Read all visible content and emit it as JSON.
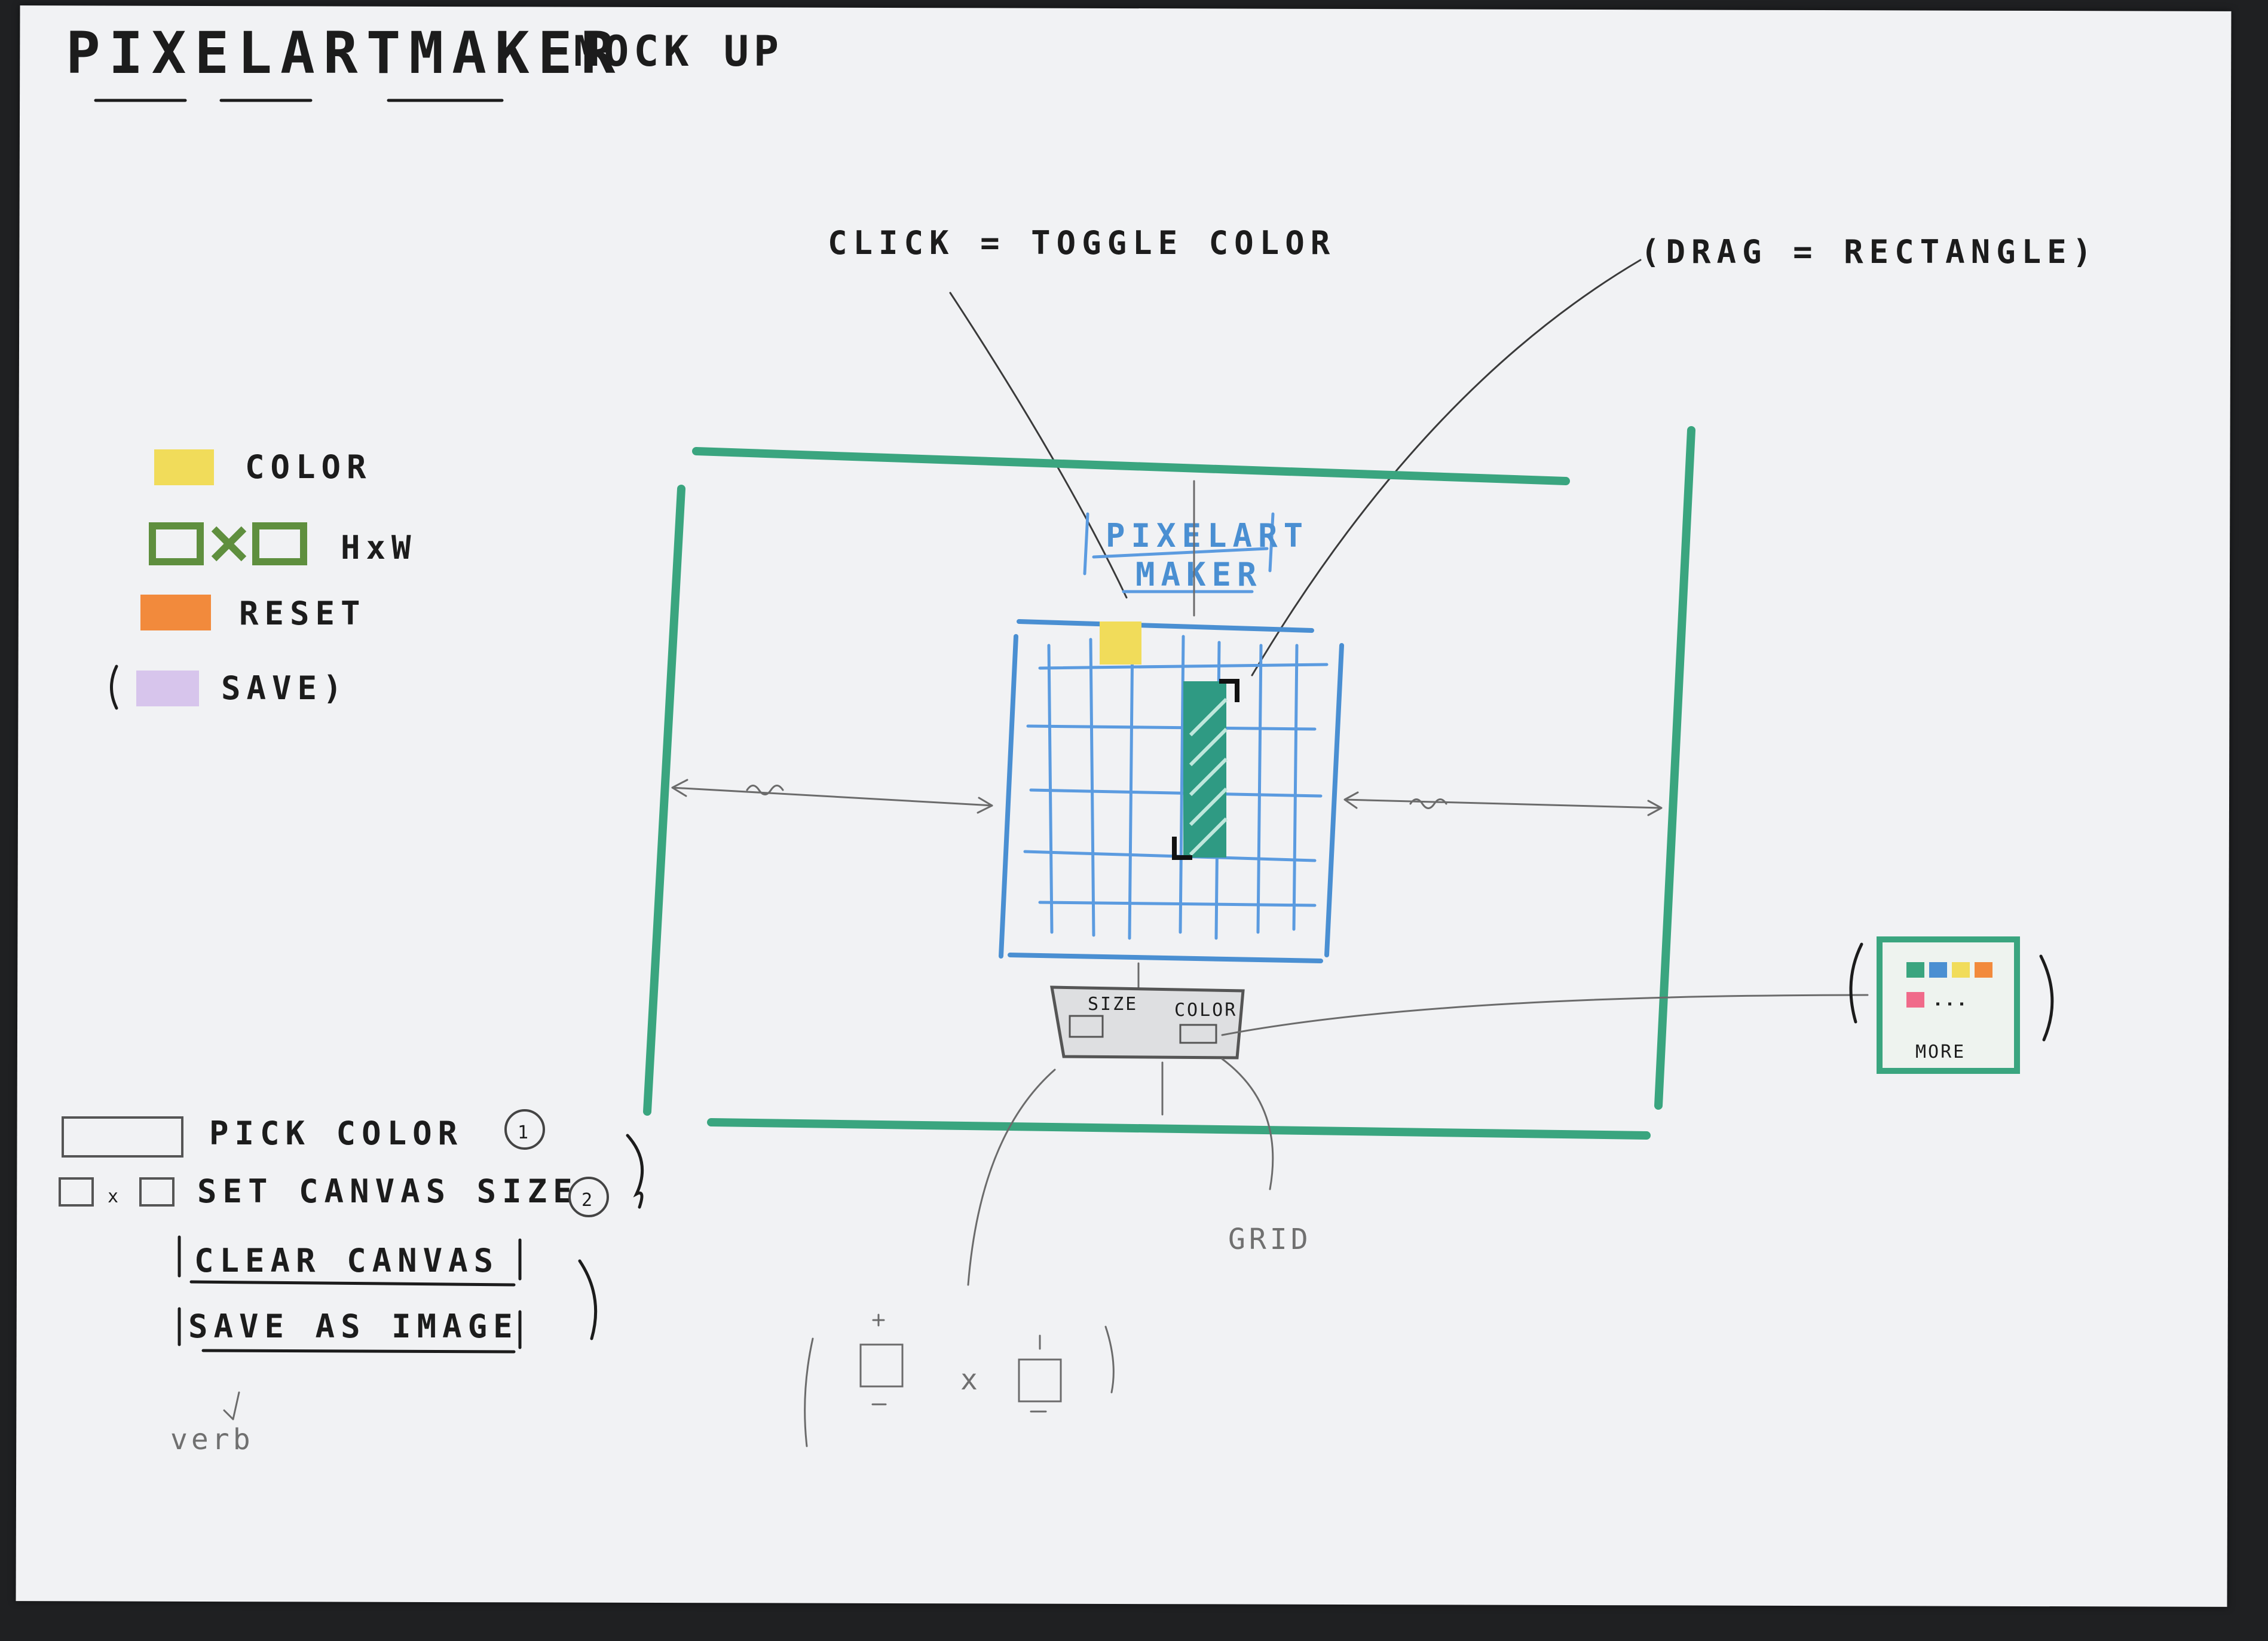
{
  "title": "PIXELARTMAKER",
  "subtitle": "MOCK UP",
  "annotations": {
    "click": "CLICK = TOGGLE COLOR",
    "drag": "(DRAG = RECTANGLE)",
    "grid": "GRID",
    "verb": "verb"
  },
  "legend": [
    {
      "label": "COLOR",
      "swatch": "#f1dc5a"
    },
    {
      "label": "HxW",
      "swatch": "#5f8f3e"
    },
    {
      "label": "RESET",
      "swatch": "#f28a3c"
    },
    {
      "label": "SAVE)",
      "swatch": "#d7c5ec"
    }
  ],
  "header_logo": {
    "line1": "PIXELART",
    "line2": "MAKER"
  },
  "toolbar": {
    "size": "SIZE",
    "color": "COLOR"
  },
  "size_sketch": {
    "times": "x"
  },
  "palette_popup": {
    "more": "MORE"
  },
  "actions": [
    {
      "label": "PICK COLOR",
      "number": "1"
    },
    {
      "label": "SET CANVAS SIZE",
      "number": "2"
    },
    {
      "label": "CLEAR CANVAS"
    },
    {
      "label": "SAVE AS IMAGE"
    }
  ],
  "colors": {
    "frame": "#3aa57f",
    "grid": "#4a8fd2",
    "toggled_cell": "#f1dc5a",
    "rectangle": "#2f9a83",
    "palette": [
      "#3aa57f",
      "#4a8fd2",
      "#f1dc5a",
      "#f28a3c",
      "#f06a8a"
    ]
  }
}
